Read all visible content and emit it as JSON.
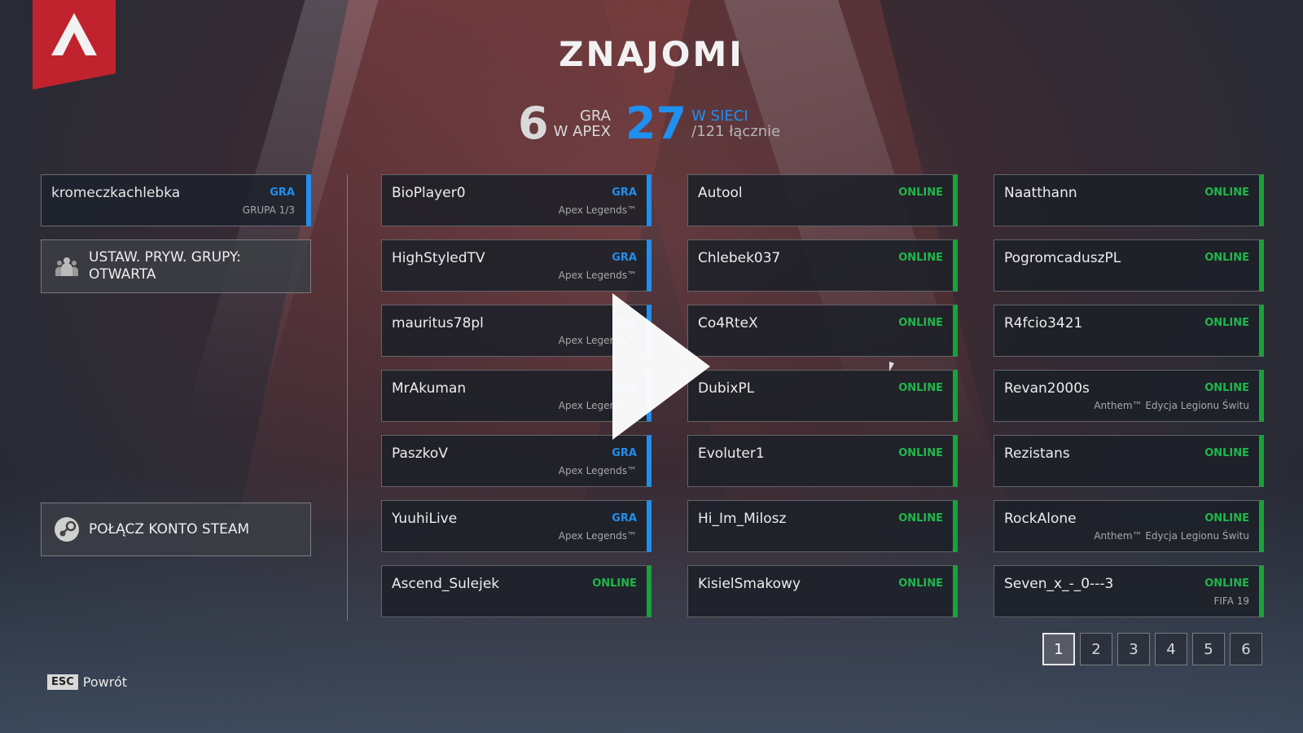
{
  "title": "ZNAJOMI",
  "stats": {
    "playing_count": "6",
    "playing_label_1": "GRA",
    "playing_label_2": "W APEX",
    "online_count": "27",
    "online_label_1": "W SIECI",
    "online_label_2": "/121 łącznie"
  },
  "self": {
    "name": "kromeczkachlebka",
    "status": "GRA",
    "sub": "GRUPA 1/3"
  },
  "privacy": {
    "line1": "USTAW. PRYW. GRUPY:",
    "line2": "OTWARTA"
  },
  "steam": {
    "label": "POŁĄCZ KONTO STEAM"
  },
  "columns": [
    [
      {
        "name": "BioPlayer0",
        "status": "GRA",
        "game": "Apex Legends™"
      },
      {
        "name": "HighStyledTV",
        "status": "GRA",
        "game": "Apex Legends™"
      },
      {
        "name": "mauritus78pl",
        "status": "GRA",
        "game": "Apex Legends™"
      },
      {
        "name": "MrAkuman",
        "status": "GRA",
        "game": "Apex Legends™"
      },
      {
        "name": "PaszkoV",
        "status": "GRA",
        "game": "Apex Legends™"
      },
      {
        "name": "YuuhiLive",
        "status": "GRA",
        "game": "Apex Legends™"
      },
      {
        "name": "Ascend_Sulejek",
        "status": "ONLINE",
        "game": ""
      }
    ],
    [
      {
        "name": "Autool",
        "status": "ONLINE",
        "game": ""
      },
      {
        "name": "Chlebek037",
        "status": "ONLINE",
        "game": ""
      },
      {
        "name": "Co4RteX",
        "status": "ONLINE",
        "game": ""
      },
      {
        "name": "DubixPL",
        "status": "ONLINE",
        "game": ""
      },
      {
        "name": "Evoluter1",
        "status": "ONLINE",
        "game": ""
      },
      {
        "name": "Hi_Im_Milosz",
        "status": "ONLINE",
        "game": ""
      },
      {
        "name": "KisielSmakowy",
        "status": "ONLINE",
        "game": ""
      }
    ],
    [
      {
        "name": "Naatthann",
        "status": "ONLINE",
        "game": ""
      },
      {
        "name": "PogromcaduszPL",
        "status": "ONLINE",
        "game": ""
      },
      {
        "name": "R4fcio3421",
        "status": "ONLINE",
        "game": ""
      },
      {
        "name": "Revan2000s",
        "status": "ONLINE",
        "game": "Anthem™ Edycja Legionu Świtu"
      },
      {
        "name": "Rezistans",
        "status": "ONLINE",
        "game": ""
      },
      {
        "name": "RockAlone",
        "status": "ONLINE",
        "game": "Anthem™ Edycja Legionu Świtu"
      },
      {
        "name": "Seven_x_-_0---3",
        "status": "ONLINE",
        "game": "FIFA 19"
      }
    ]
  ],
  "pagination": {
    "pages": [
      "1",
      "2",
      "3",
      "4",
      "5",
      "6"
    ],
    "active": "1"
  },
  "back": {
    "key": "ESC",
    "label": "Powrót"
  },
  "colors": {
    "accent_blue": "#1f8ff0",
    "online_green": "#1fb84a",
    "logo_red": "#c0222e"
  }
}
